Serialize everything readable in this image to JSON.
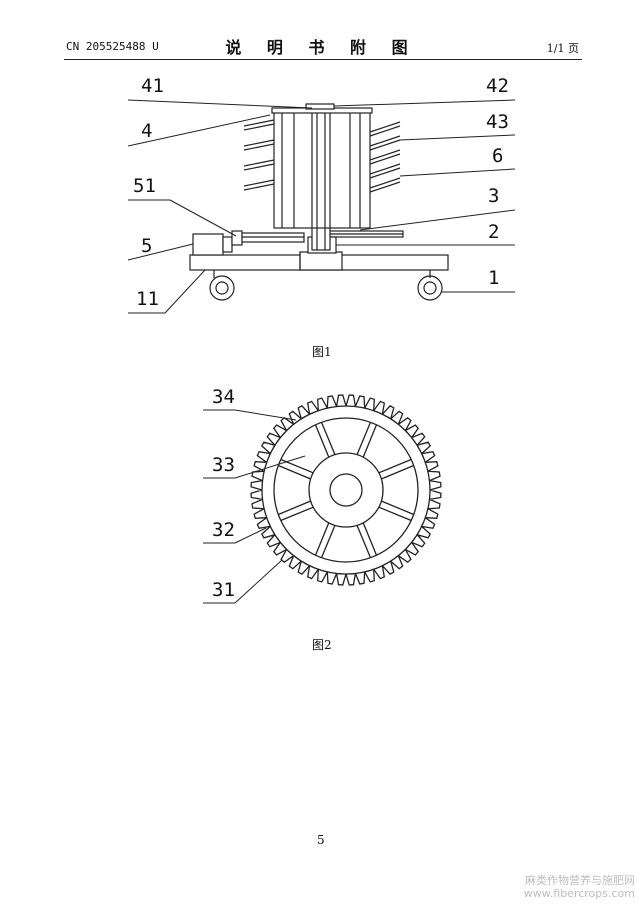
{
  "header": {
    "patent_number": "CN 205525488 U",
    "section_title": "说 明 书 附 图",
    "page_of": "1/1 页"
  },
  "figure1": {
    "caption": "图1",
    "labels": {
      "l41": "41",
      "l4": "4",
      "l51": "51",
      "l5": "5",
      "l11": "11",
      "l42": "42",
      "l43": "43",
      "l6": "6",
      "l3": "3",
      "l2": "2",
      "l1": "1"
    }
  },
  "figure2": {
    "caption": "图2",
    "labels": {
      "l34": "34",
      "l33": "33",
      "l32": "32",
      "l31": "31"
    }
  },
  "footer": {
    "page_number": "5",
    "watermark_line1": "麻类作物营养与施肥网",
    "watermark_line2": "www.fibercrops.com"
  }
}
